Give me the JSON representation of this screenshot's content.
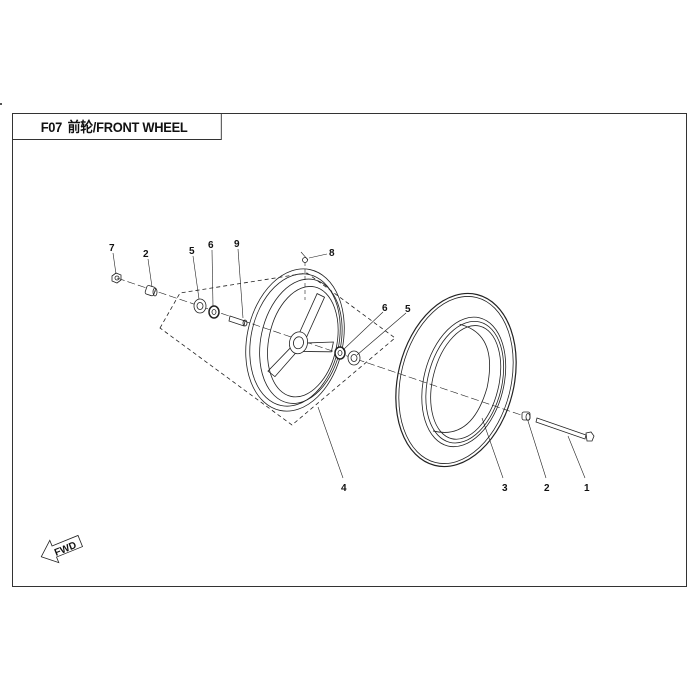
{
  "title": {
    "code": "F07",
    "name": "前轮/FRONT WHEEL"
  },
  "fwd_arrow": {
    "label": "FWD"
  },
  "callouts": {
    "c7": "7",
    "c2a": "2",
    "c5a": "5",
    "c6a": "6",
    "c9": "9",
    "c8": "8",
    "c6b": "6",
    "c5b": "5",
    "c4": "4",
    "c3": "3",
    "c2b": "2",
    "c1": "1"
  }
}
